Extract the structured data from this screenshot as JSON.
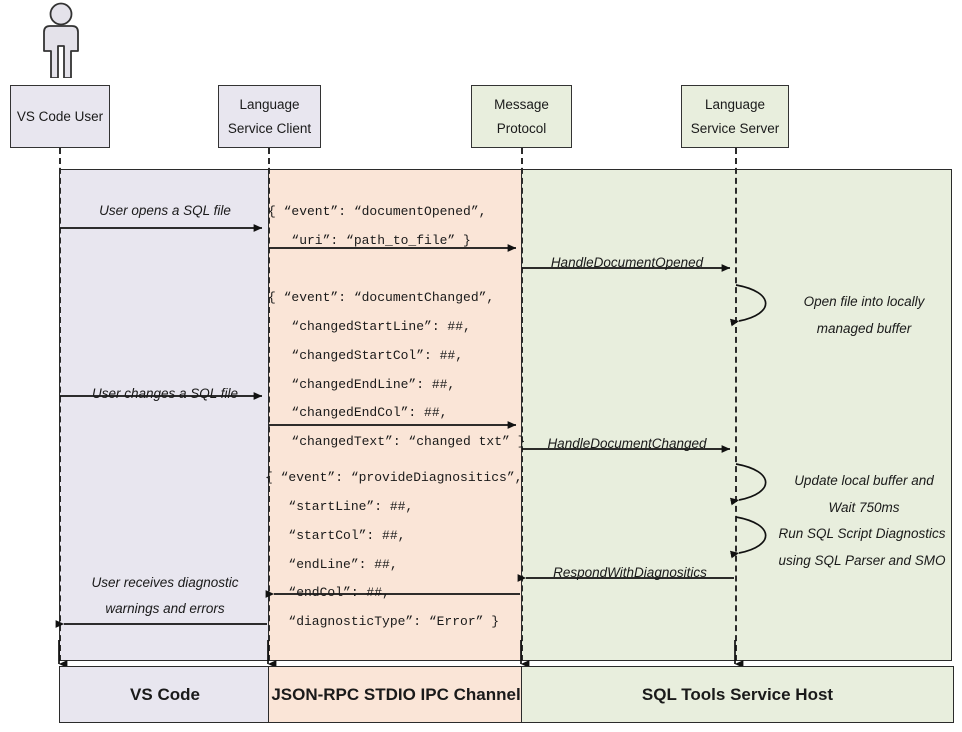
{
  "diagram": {
    "title": "SQL Tools Service language service sequence",
    "actor": {
      "name": "vs-code-user-actor"
    },
    "participants": [
      {
        "id": "user",
        "lines": [
          "VS Code User"
        ],
        "color": "#e8e6ef"
      },
      {
        "id": "client",
        "lines": [
          "Language",
          "Service Client"
        ],
        "color": "#e8e6ef"
      },
      {
        "id": "proto",
        "lines": [
          "Message",
          "Protocol"
        ],
        "color": "#e8eedd"
      },
      {
        "id": "server",
        "lines": [
          "Language",
          "Service Server"
        ],
        "color": "#e8eedd"
      }
    ],
    "bands": [
      {
        "id": "vscode-band",
        "color": "#e8e6ef"
      },
      {
        "id": "ipc-band",
        "color": "#fae5d7"
      },
      {
        "id": "host-band",
        "color": "#e8eedd"
      }
    ],
    "messages": {
      "user_opens": "User opens a SQL file",
      "user_changes": "User changes a SQL file",
      "user_receives": "User receives diagnostic\nwarnings and errors",
      "handle_document_opened": "HandleDocumentOpened",
      "handle_document_changed": "HandleDocumentChanged",
      "respond_with_diagnostics": "RespondWithDiagnositics"
    },
    "json_payloads": {
      "document_opened": "{ “event”: “documentOpened”,\n   “uri”: “path_to_file” }",
      "document_changed": "{ “event”: “documentChanged”,\n   “changedStartLine”: ##,\n   “changedStartCol”: ##,\n   “changedEndLine”: ##,\n   “changedEndCol”: ##,\n   “changedText”: “changed txt” }",
      "provide_diagnostics": "{ “event”: “provideDiagnositics”,\n   “startLine”: ##,\n   “startCol”: ##,\n   “endLine”: ##,\n   “endCol”: ##,\n   “diagnosticType”: “Error” }"
    },
    "self_notes": {
      "open_file": "Open file into locally\nmanaged buffer",
      "update_buffer": "Update local buffer and\nWait 750ms",
      "run_diagnostics": "Run SQL Script Diagnostics\nusing SQL Parser and SMO"
    },
    "footers": {
      "vs_code": "VS Code",
      "ipc_channel": "JSON-RPC STDIO IPC Channel",
      "service_host": "SQL Tools Service Host"
    },
    "colors": {
      "lilac": "#e8e6ef",
      "peach": "#fae5d7",
      "green": "#e8eedd",
      "stroke": "#2b2b2b"
    }
  }
}
